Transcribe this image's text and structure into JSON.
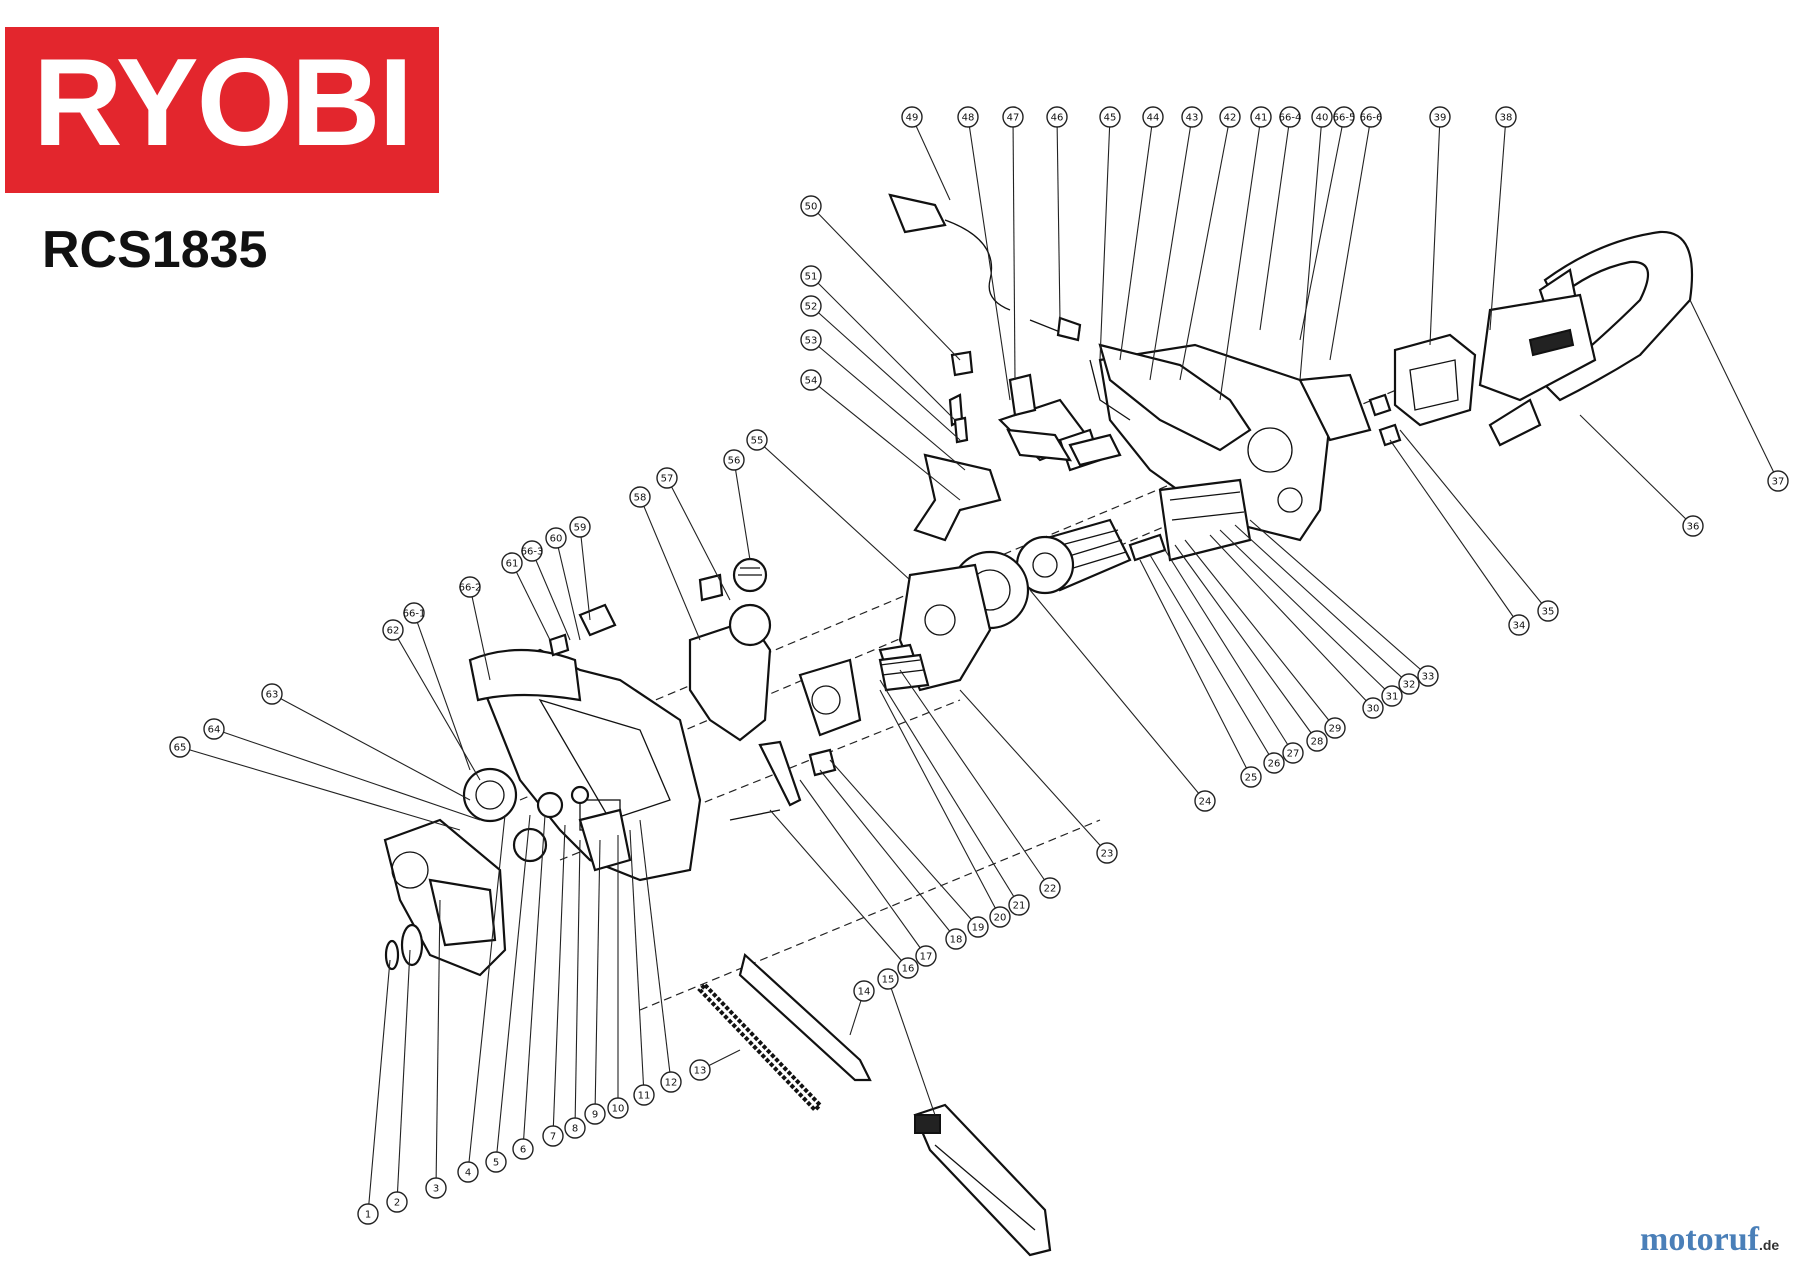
{
  "header": {
    "brand": "RYOBI",
    "model": "RCS1835",
    "brand_color": "#e3262d"
  },
  "watermark": {
    "text": "motoruf",
    "suffix": ".de"
  },
  "callouts": [
    "1",
    "2",
    "3",
    "4",
    "5",
    "6",
    "7",
    "8",
    "9",
    "10",
    "11",
    "12",
    "13",
    "14",
    "15",
    "16",
    "17",
    "18",
    "19",
    "20",
    "21",
    "22",
    "23",
    "24",
    "25",
    "26",
    "27",
    "28",
    "29",
    "30",
    "31",
    "32",
    "33",
    "34",
    "35",
    "36",
    "37",
    "38",
    "39",
    "40",
    "41",
    "42",
    "43",
    "44",
    "45",
    "46",
    "47",
    "48",
    "49",
    "50",
    "51",
    "52",
    "53",
    "54",
    "55",
    "56",
    "57",
    "58",
    "59",
    "60",
    "61",
    "62",
    "63",
    "64",
    "65",
    "66-1",
    "66-2",
    "66-3",
    "66-4",
    "66-5",
    "66-6"
  ]
}
